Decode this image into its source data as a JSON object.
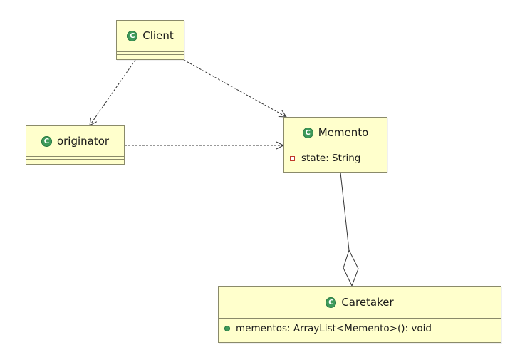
{
  "diagram": {
    "type": "uml-class-diagram",
    "classes": [
      {
        "id": "client",
        "name": "Client",
        "icon": "class-icon",
        "attributes": [],
        "operations": []
      },
      {
        "id": "originator",
        "name": "originator",
        "icon": "class-icon",
        "attributes": [],
        "operations": []
      },
      {
        "id": "memento",
        "name": "Memento",
        "icon": "class-icon",
        "attributes": [
          {
            "visibility": "private",
            "text": "state: String"
          }
        ],
        "operations": []
      },
      {
        "id": "caretaker",
        "name": "Caretaker",
        "icon": "class-icon",
        "attributes": [
          {
            "visibility": "public",
            "text": "mementos: ArrayList<Memento>(): void"
          }
        ],
        "operations": []
      }
    ],
    "relationships": [
      {
        "from": "client",
        "to": "originator",
        "kind": "dependency"
      },
      {
        "from": "client",
        "to": "memento",
        "kind": "dependency"
      },
      {
        "from": "originator",
        "to": "memento",
        "kind": "dependency"
      },
      {
        "from": "caretaker",
        "to": "memento",
        "kind": "aggregation"
      }
    ],
    "colors": {
      "class_fill": "#ffffcc",
      "class_border": "#8a8a6a",
      "class_icon": "#3e9a5a",
      "private_marker": "#c0392b",
      "public_marker": "#3e9a5a",
      "edge": "#333333"
    }
  }
}
